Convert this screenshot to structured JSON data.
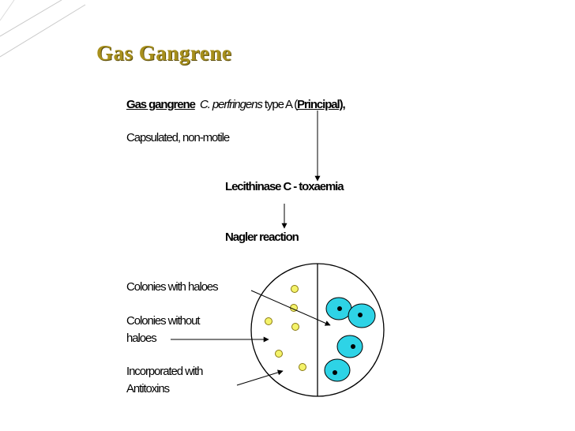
{
  "title": "Gas Gangrene",
  "line1": {
    "label": "Gas gangrene",
    "organism": "C. perfringens",
    "type_text": " type A (",
    "principal": "Principal)",
    "comma": ","
  },
  "line2": "Capsulated, non-motile",
  "step1": "Lecithinase C - toxaemia",
  "step2": "Nagler reaction",
  "labels": {
    "with_haloes": "Colonies with haloes",
    "without_haloes_1": "Colonies without",
    "without_haloes_2": "haloes",
    "antitoxin_1": "Incorporated with",
    "antitoxin_2": "Antitoxins"
  },
  "colors": {
    "title": "#a8901c",
    "colony_with_halo": "#2ed3e6",
    "colony_without_halo": "#f4f36a",
    "corner_line": "#c9c9c9"
  }
}
